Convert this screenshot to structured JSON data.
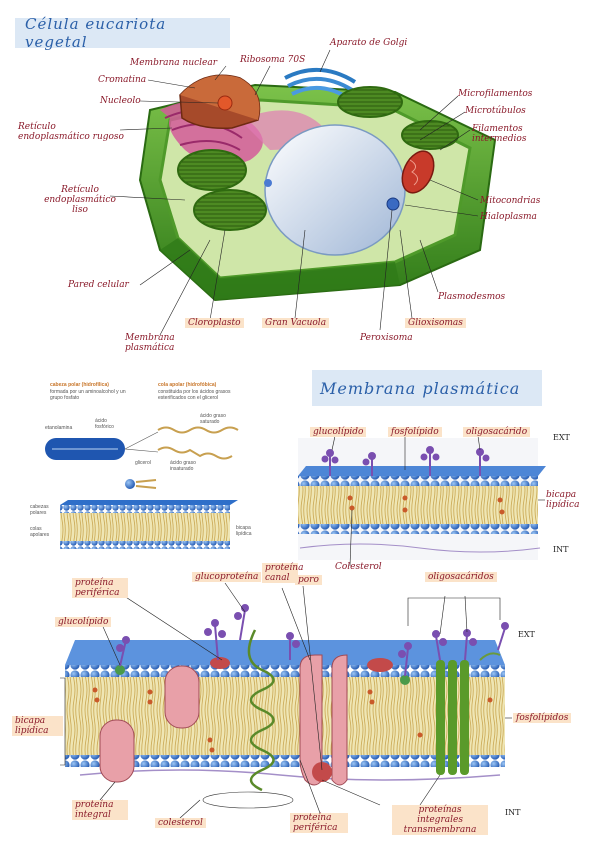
{
  "titles": {
    "cell": "Célula eucariota vegetal",
    "membrane": "Membrana plasmática"
  },
  "cell_labels": {
    "membrana_nuclear": "Membrana nuclear",
    "ribosoma": "Ribosoma 70S",
    "golgi": "Aparato de Golgi",
    "cromatina": "Cromatina",
    "nucleolo": "Nucleolo",
    "rer": "Retículo endoplasmático rugoso",
    "microfilamentos": "Microfilamentos",
    "microtubulos": "Microtúbulos",
    "filamentos": "Filamentos intermedios",
    "rel": "Retículo endoplasmático liso",
    "mitocondrias": "Mitocondrias",
    "hialoplasma": "Hialoplasma",
    "pared": "Pared celular",
    "plasmodesmos": "Plasmodesmos",
    "membrana_plasmatica": "Membrana plasmática",
    "cloroplasto": "Cloroplasto",
    "vacuola": "Gran Vacuola",
    "glioxisomas": "Glioxisomas",
    "peroxisoma": "Peroxisoma"
  },
  "lipid_labels": {
    "cabeza_head": "cabeza polar (hidrofílica)",
    "cabeza_sub": "formada por un aminoalcohol y un grupo fosfato",
    "cola_head": "cola apolar (hidrofóbica)",
    "cola_sub": "constituida por los ácidos grasos esterificados con el glicerol",
    "etanolamina": "etanolamina",
    "acido_fosforico": "ácido fosfórico",
    "glicerol": "glicerol",
    "saturado": "ácido graso saturado",
    "insaturado": "ácido graso insaturado",
    "cabezas_polares": "cabezas polares",
    "colas_apolares": "colas apolares",
    "bicapa": "bicapa lipídica"
  },
  "membrane1_labels": {
    "glucolipido": "glucolípido",
    "fosfolipido": "fosfolípido",
    "oligosacarido": "oligosacárido",
    "ext": "EXT",
    "int": "INT",
    "bicapa": "bicapa lipídica",
    "colesterol": "Colesterol"
  },
  "membrane2_labels": {
    "proteina_periferica_top": "proteína periférica",
    "glucoproteina": "glucoproteína",
    "proteina_canal": "proteína canal",
    "poro": "poro",
    "oligosacaridos": "oligosacáridos",
    "glucolipido": "glucolípido",
    "ext": "EXT",
    "bicapa": "bicapa lipídica",
    "fosfolipidos": "fosfolípidos",
    "proteina_integral": "proteína integral",
    "colesterol": "colesterol",
    "proteina_periferica_bottom": "proteína periférica",
    "transmembrana": "proteínas integrales transmembrana",
    "int": "INT"
  },
  "colors": {
    "title_bg": "#dce8f5",
    "title_text": "#2a5fa8",
    "label_text": "#8a1a2a",
    "label_highlight": "#fbe3c9",
    "cell_green": "#3e8f1f",
    "head_blue": "#2f6fc9",
    "glyco_purple": "#7a4fb0"
  }
}
